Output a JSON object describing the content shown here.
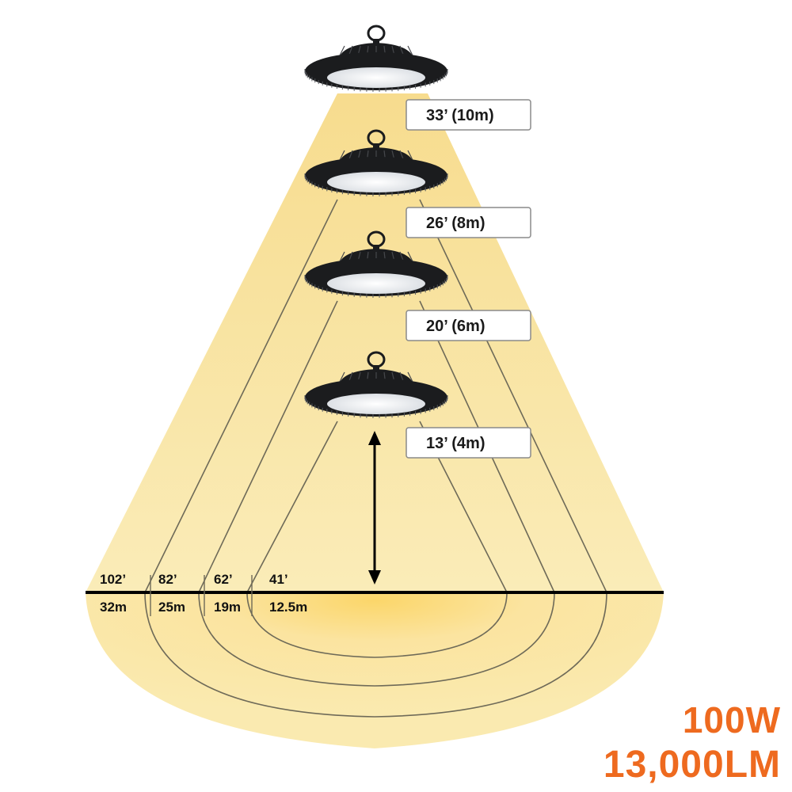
{
  "colors": {
    "light_fill": "#faeaa8",
    "light_center": "#fbd66a",
    "fixture": "#1b1c1e",
    "lens": "#eef2f5",
    "line": "#6e6a58",
    "floor": "#000000",
    "spec": "#ee6a1f"
  },
  "mounting_heights": [
    {
      "label": "33’ (10m)"
    },
    {
      "label": "26’ (8m)"
    },
    {
      "label": "20’ (6m)"
    },
    {
      "label": "13’ (4m)"
    }
  ],
  "coverage": [
    {
      "feet": "102’",
      "meters": "32m"
    },
    {
      "feet": "82’",
      "meters": "25m"
    },
    {
      "feet": "62’",
      "meters": "19m"
    },
    {
      "feet": "41’",
      "meters": "12.5m"
    }
  ],
  "specs": {
    "wattage": "100W",
    "lumens": "13,000LM"
  }
}
